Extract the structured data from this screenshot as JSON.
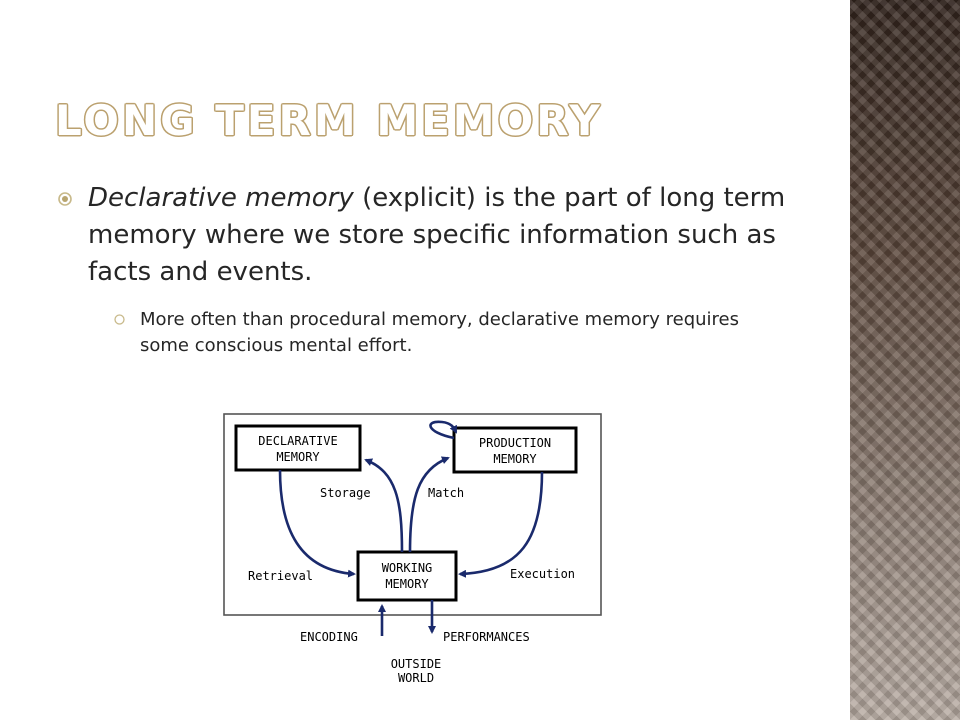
{
  "slide": {
    "title": "Long Term Memory",
    "bullet_1": {
      "term": "Declarative memory",
      "qualifier": "(explicit)",
      "rest": " is the part of long term memory where we store specific information such as facts and events."
    },
    "bullet_2": "More often than procedural memory, declarative memory requires some conscious mental effort."
  },
  "diagram": {
    "declarative_box": [
      "DECLARATIVE",
      "MEMORY"
    ],
    "production_box": [
      "PRODUCTION",
      "MEMORY"
    ],
    "working_box": [
      "WORKING",
      "MEMORY"
    ],
    "label_storage": "Storage",
    "label_match": "Match",
    "label_retrieval": "Retrieval",
    "label_execution": "Execution",
    "label_encoding": "ENCODING",
    "label_performances": "PERFORMANCES",
    "outside_world": [
      "OUTSIDE",
      "WORLD"
    ]
  },
  "colors": {
    "title_outline": "#bba16f",
    "bullet_mark": "#c8b98a",
    "body_text": "#262626",
    "arrow": "#1a2a6c",
    "strip_dark": "#33251e",
    "strip_light": "#b8aca3"
  }
}
